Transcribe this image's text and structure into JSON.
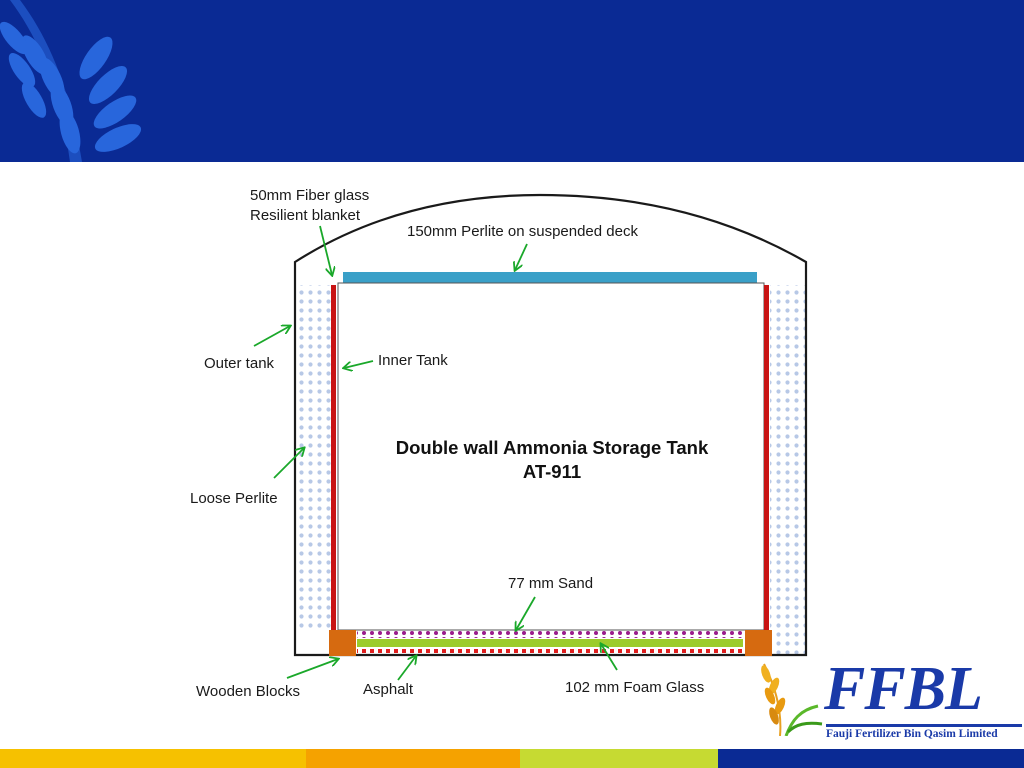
{
  "diagram": {
    "title_line1": "Double wall Ammonia Storage Tank",
    "title_line2": "AT-911",
    "labels": {
      "fiberglass_line1": "50mm Fiber glass",
      "fiberglass_line2": "Resilient blanket",
      "perlite_deck": "150mm Perlite on suspended deck",
      "outer_tank": "Outer tank",
      "inner_tank": "Inner Tank",
      "loose_perlite": "Loose Perlite",
      "sand": "77 mm Sand",
      "wooden_blocks": "Wooden Blocks",
      "asphalt": "Asphalt",
      "foam_glass": "102 mm Foam Glass"
    },
    "colors": {
      "header": "#0a2a94",
      "deck": "#3aa0c8",
      "inner_wall": "#c81414",
      "perlite_dots": "#b7c8e6",
      "sand_dots": "#9a1c8c",
      "sand_bar": "#9ccc2c",
      "asphalt_dots": "#e02020",
      "wooden_block": "#d66a10",
      "arrow": "#1aa82a"
    }
  },
  "logo": {
    "name": "FFBL",
    "subtitle": "Fauji Fertilizer Bin Qasim Limited"
  },
  "footer_colors": [
    "#f6c100",
    "#f5a200",
    "#c6da32",
    "#0a2a94"
  ]
}
